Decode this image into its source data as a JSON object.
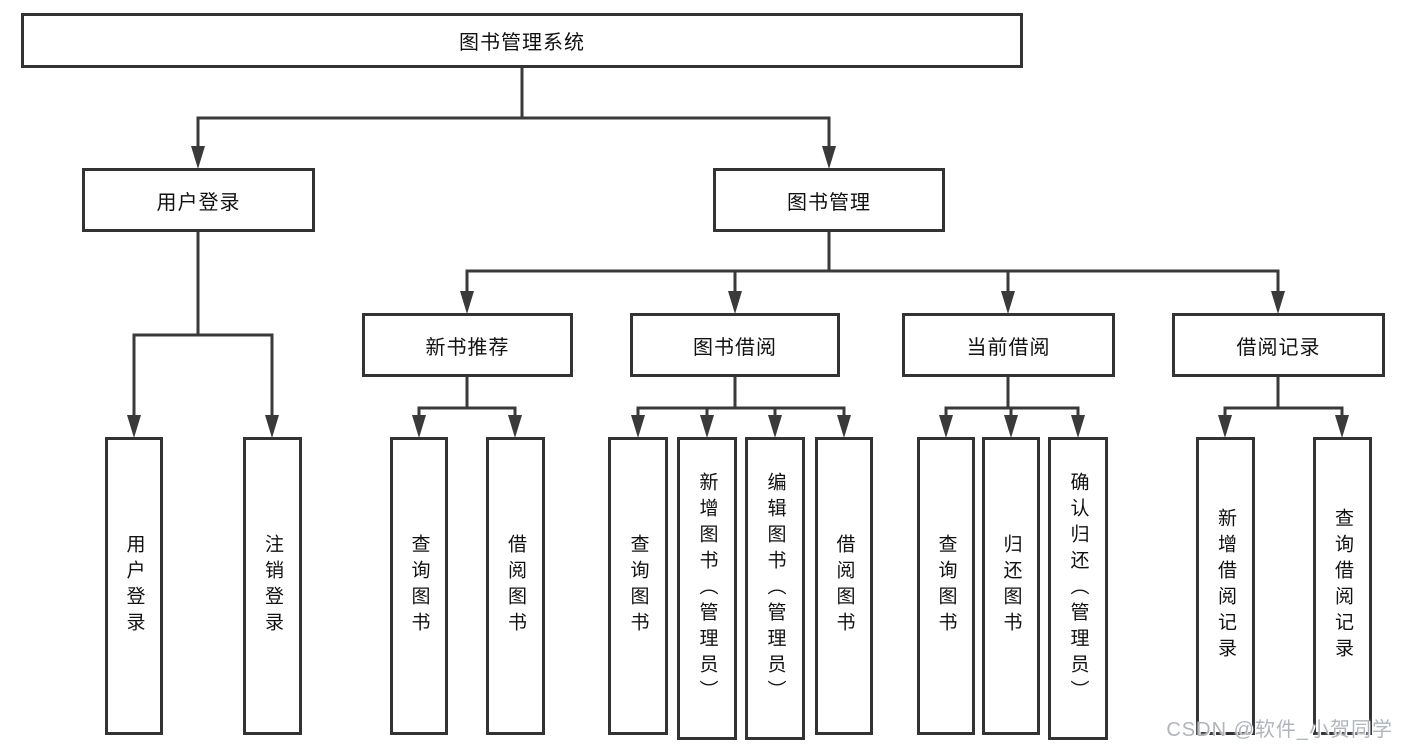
{
  "diagram_title": "图书管理系统",
  "tree": {
    "root": "图书管理系统",
    "branches": [
      {
        "label": "用户登录",
        "children": [
          {
            "label": "用户登录"
          },
          {
            "label": "注销登录"
          }
        ]
      },
      {
        "label": "图书管理",
        "children": [
          {
            "label": "新书推荐",
            "children": [
              {
                "label": "查询图书"
              },
              {
                "label": "借阅图书"
              }
            ]
          },
          {
            "label": "图书借阅",
            "children": [
              {
                "label": "查询图书"
              },
              {
                "label": "新增图书（管理员）"
              },
              {
                "label": "编辑图书（管理员）"
              },
              {
                "label": "借阅图书"
              }
            ]
          },
          {
            "label": "当前借阅",
            "children": [
              {
                "label": "查询图书"
              },
              {
                "label": "归还图书"
              },
              {
                "label": "确认归还（管理员）"
              }
            ]
          },
          {
            "label": "借阅记录",
            "children": [
              {
                "label": "新增借阅记录"
              },
              {
                "label": "查询借阅记录"
              }
            ]
          }
        ]
      }
    ]
  },
  "watermark": {
    "text": "CSDN @软件_小贺同学"
  },
  "colors": {
    "line": "#3a3a3a",
    "box_border": "#333333",
    "text": "#111111",
    "watermark": "#b0b5bb",
    "background": "#ffffff"
  }
}
